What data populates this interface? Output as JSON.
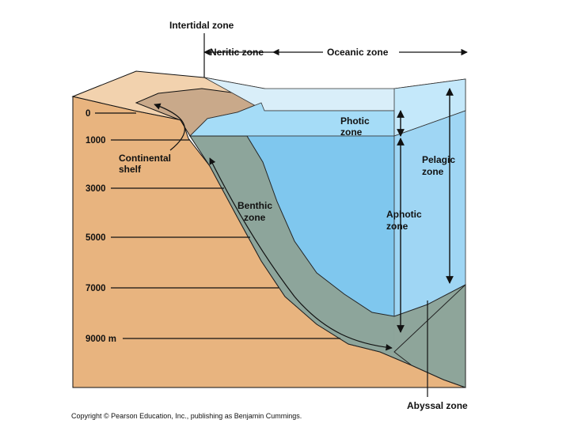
{
  "labels": {
    "intertidal": "Intertidal zone",
    "neritic": "Neritic zone",
    "oceanic": "Oceanic zone",
    "photic_line1": "Photic",
    "photic_line2": "zone",
    "pelagic_line1": "Pelagic",
    "pelagic_line2": "zone",
    "aphotic_line1": "Aphotic",
    "aphotic_line2": "zone",
    "continental_line1": "Continental",
    "continental_line2": "shelf",
    "benthic_line1": "Benthic",
    "benthic_line2": "zone",
    "abyssal": "Abyssal zone"
  },
  "depth_marks": [
    "0",
    "1000",
    "3000",
    "5000",
    "7000",
    "9000 m"
  ],
  "copyright": "Copyright © Pearson Education, Inc., publishing as Benjamin Cummings.",
  "colors": {
    "land_front": "#e8b47f",
    "land_top": "#f2d2ae",
    "shelf_top": "#c9a98a",
    "benthic": "#8ea59a",
    "water_top": "#d9eef9",
    "photic": "#a5dcf7",
    "aphotic": "#7fc7ee",
    "ink": "#111111"
  }
}
